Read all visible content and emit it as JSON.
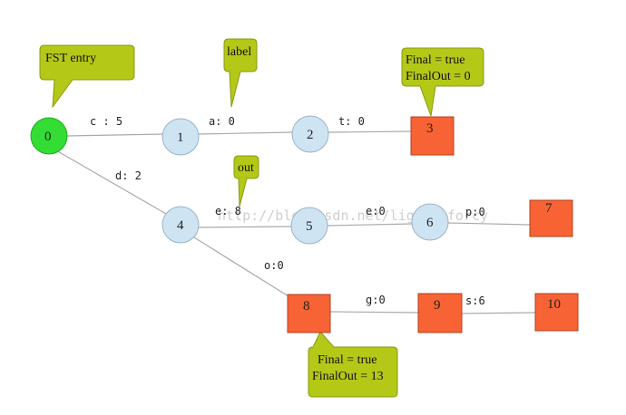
{
  "colors": {
    "start_fill": "#33dd33",
    "state_fill": "#cfe4f3",
    "state_stroke": "#9ab3c8",
    "final_fill": "#f76334",
    "final_stroke": "#b04020",
    "callout_fill": "#b4c817",
    "callout_stroke": "#8a9a10",
    "edge": "#aaaaaa"
  },
  "nodes": {
    "n0": "0",
    "n1": "1",
    "n2": "2",
    "n3": "3",
    "n4": "4",
    "n5": "5",
    "n6": "6",
    "n7": "7",
    "n8": "8",
    "n9": "9",
    "n10": "10"
  },
  "edges": {
    "e01": "c :  5",
    "e12": "a: 0",
    "e23": "t: 0",
    "e04": "d: 2",
    "e45": "e: 8",
    "e56": "e:0",
    "e67": "p:0",
    "e48": "o:0",
    "e89": "g:0",
    "e910": "s:6"
  },
  "callouts": {
    "entry": "FST entry",
    "label": "label",
    "out": "out",
    "final3_line1": "Final = true",
    "final3_line2": "FinalOut = 0",
    "final8_line1": "Final = true",
    "final8_line2": "FinalOut = 13"
  },
  "watermark": "http://blog.csdn.net/lightinforcy"
}
